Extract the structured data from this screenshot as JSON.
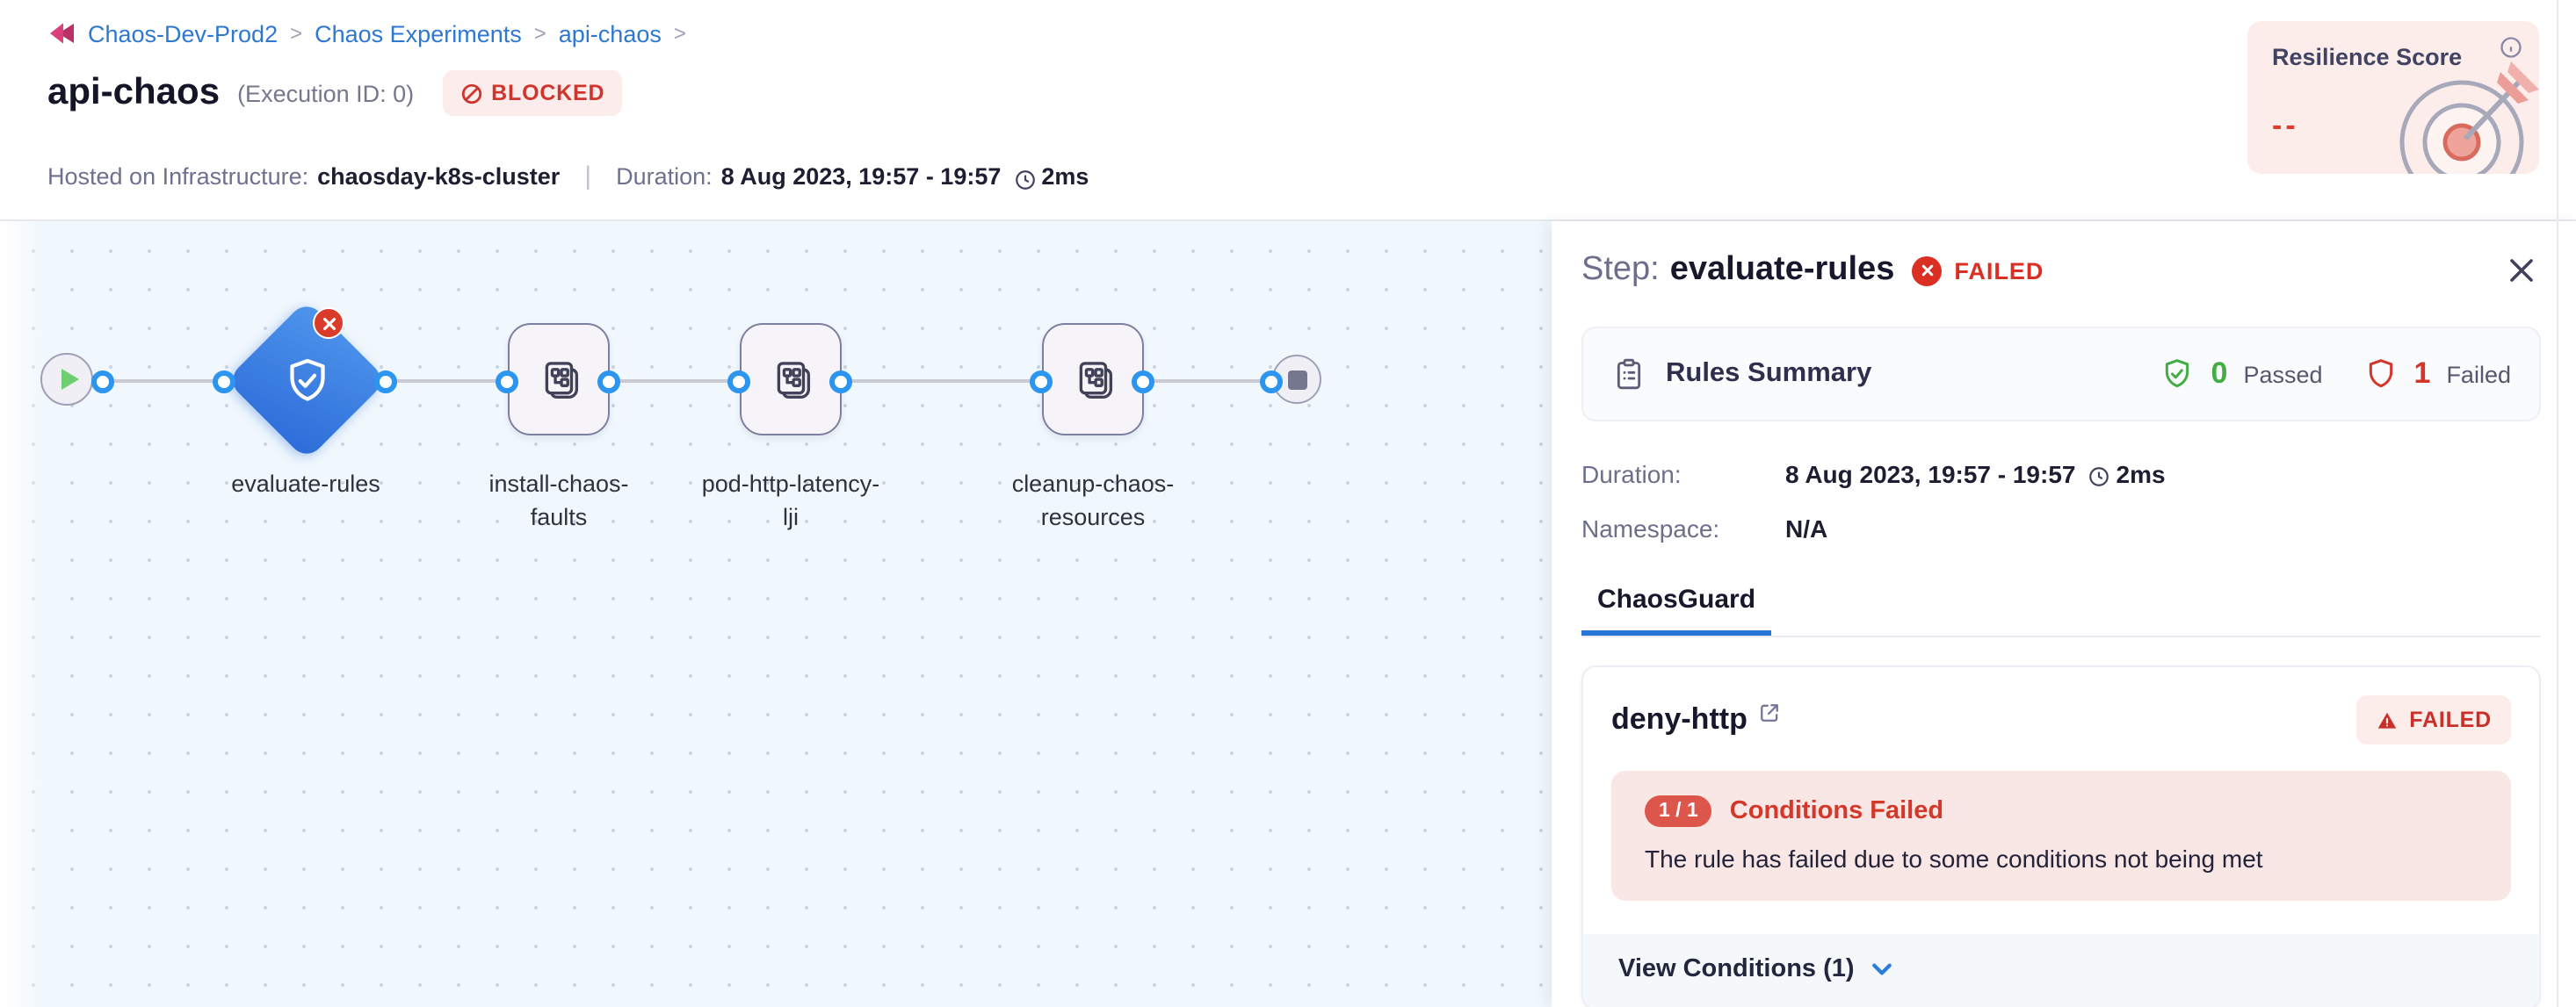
{
  "header": {
    "breadcrumb": {
      "separator": ">",
      "items": [
        "Chaos-Dev-Prod2",
        "Chaos Experiments",
        "api-chaos"
      ]
    },
    "title": "api-chaos",
    "execution_id": "(Execution ID: 0)",
    "status_badge": "BLOCKED",
    "infrastructure_label": "Hosted on Infrastructure:",
    "infrastructure_value": "chaosday-k8s-cluster",
    "duration_label": "Duration:",
    "duration_value": "8 Aug 2023, 19:57 - 19:57",
    "duration_elapsed": "2ms",
    "resilience_card": {
      "title": "Resilience Score",
      "value": "--"
    }
  },
  "pipeline": {
    "nodes": [
      {
        "label": "evaluate-rules",
        "shape": "diamond",
        "status": "failed",
        "icon": "shield-check-icon"
      },
      {
        "label_line1": "install-chaos-",
        "label_line2": "faults",
        "shape": "square",
        "icon": "chaos-step-icon"
      },
      {
        "label_line1": "pod-http-latency-",
        "label_line2": "lji",
        "shape": "square",
        "icon": "chaos-step-icon"
      },
      {
        "label_line1": "cleanup-chaos-",
        "label_line2": "resources",
        "shape": "square",
        "icon": "chaos-step-icon"
      }
    ]
  },
  "panel": {
    "step_label": "Step:",
    "step_name": "evaluate-rules",
    "step_status": "FAILED",
    "rules_summary": {
      "title": "Rules Summary",
      "passed_count": "0",
      "passed_label": "Passed",
      "failed_count": "1",
      "failed_label": "Failed"
    },
    "details": {
      "duration_label": "Duration:",
      "duration_value": "8 Aug 2023, 19:57 - 19:57",
      "duration_elapsed": "2ms",
      "namespace_label": "Namespace:",
      "namespace_value": "N/A"
    },
    "tabs": [
      {
        "label": "ChaosGuard",
        "active": true
      }
    ],
    "rule_card": {
      "name": "deny-http",
      "status_badge": "FAILED",
      "conditions_count": "1 / 1",
      "conditions_title": "Conditions Failed",
      "conditions_message": "The rule has failed due to some conditions not being met"
    },
    "view_conditions_label": "View Conditions (1)"
  },
  "colors": {
    "accent_blue": "#2f78d2",
    "failed_red": "#d3352a",
    "passed_green": "#43ac45",
    "node_blue_gradient_start": "#4f95ec",
    "node_blue_gradient_end": "#2c6cd9",
    "blocked_badge_bg": "#fcedec",
    "canvas_bg": "#f0f7fd",
    "resilience_card_bg": "#fcedea"
  }
}
